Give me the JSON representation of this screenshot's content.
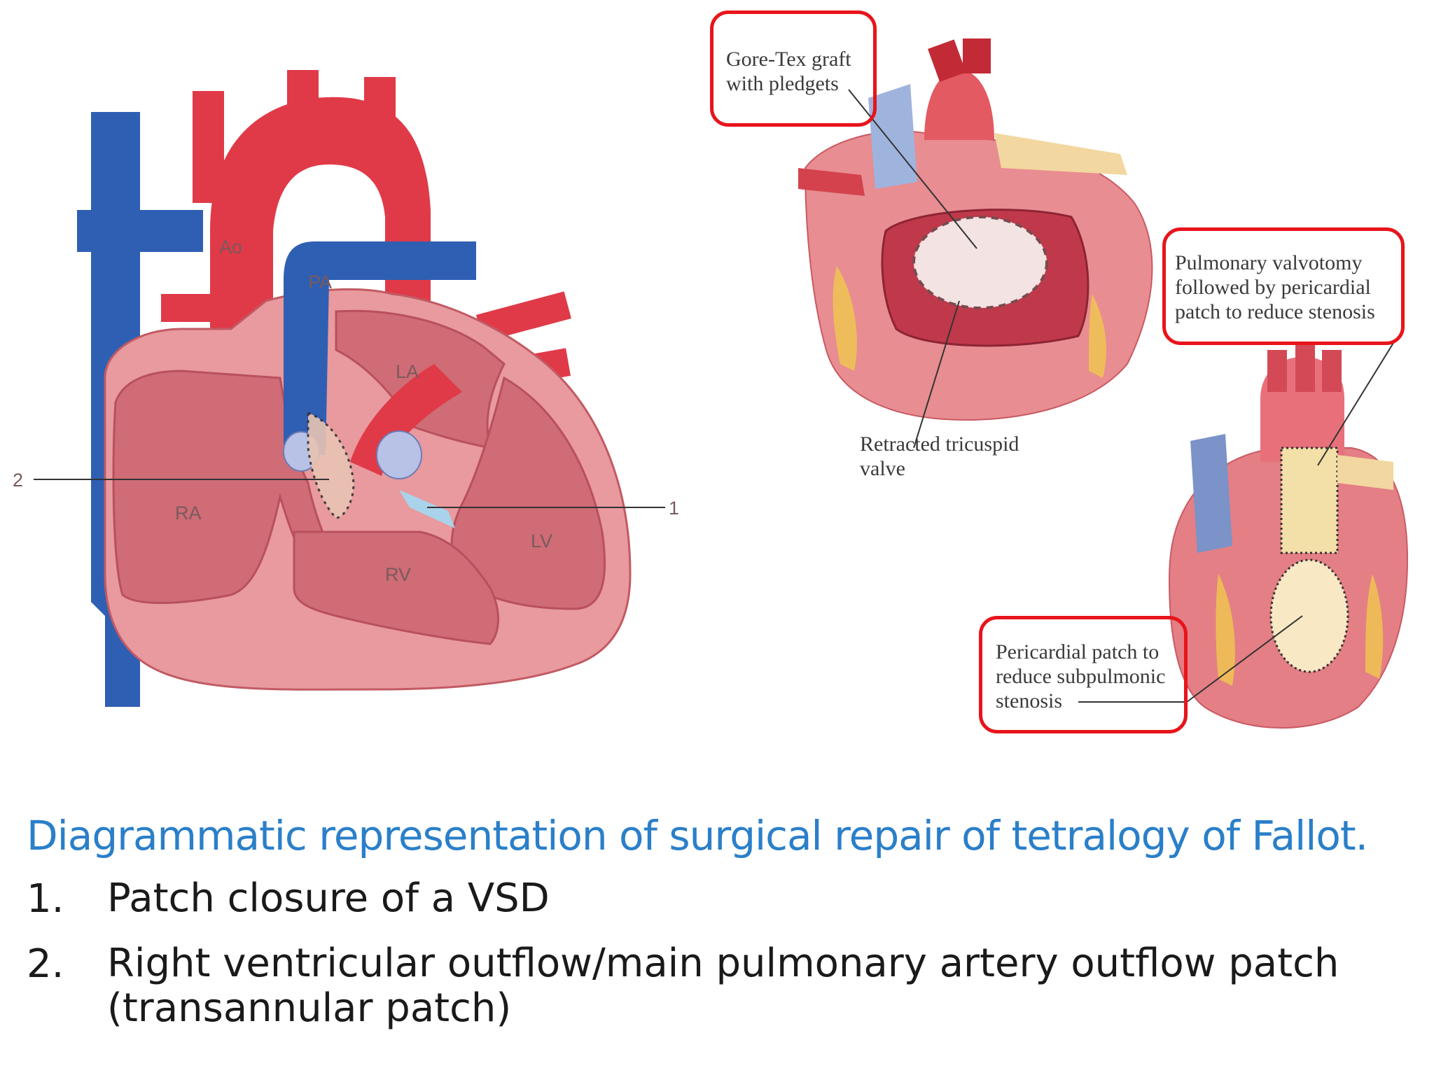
{
  "left_diagram": {
    "labels": {
      "ao": "Ao",
      "pa": "PA",
      "la": "LA",
      "ra": "RA",
      "rv": "RV",
      "lv": "LV"
    },
    "pointer_2": "2",
    "pointer_1": "1"
  },
  "right_diagram": {
    "callouts": {
      "gore_tex": "Gore-Tex graft\nwith pledgets",
      "pulmonary_valvotomy": "Pulmonary valvotomy\nfollowed by pericardial\npatch to reduce stenosis",
      "pericardial_patch": "Pericardial patch to\nreduce subpulmonic\nstenosis"
    },
    "retracted_valve": "Retracted tricuspid\nvalve"
  },
  "caption": "Diagrammatic representation of surgical repair of tetralogy of Fallot.",
  "list": [
    {
      "num": "1.",
      "text": "Patch closure of a VSD"
    },
    {
      "num": "2.",
      "text": "Right ventricular outflow/main pulmonary artery outflow patch",
      "text2": "(transannular patch)"
    }
  ],
  "colors": {
    "vein_blue": "#2f5fb3",
    "artery_red": "#e03a48",
    "heart_pink": "#e89a9e",
    "callout_red": "#e8141b",
    "caption_blue": "#2a7fc9"
  }
}
